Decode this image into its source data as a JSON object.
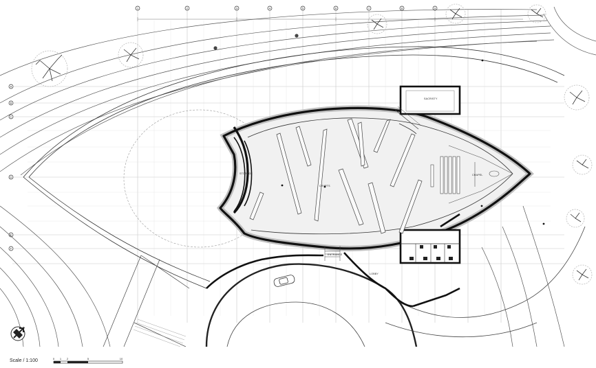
{
  "drawing": {
    "rooms": {
      "storage": "STORAGE",
      "crypts": "CRYPTS",
      "chapel": "CHAPEL",
      "sacristy": "SACRISTY",
      "entrance": "ENTRANCE",
      "lobby": "LOBBY"
    },
    "grid_columns": [
      "1",
      "2",
      "3",
      "4",
      "5",
      "6",
      "7",
      "8",
      "9"
    ],
    "grid_rows": [
      "A",
      "B",
      "C",
      "D",
      "E",
      "F"
    ]
  },
  "scale": {
    "label": "Scale / 1:100",
    "ticks": [
      "0",
      "1",
      "2",
      "5",
      "10"
    ]
  }
}
